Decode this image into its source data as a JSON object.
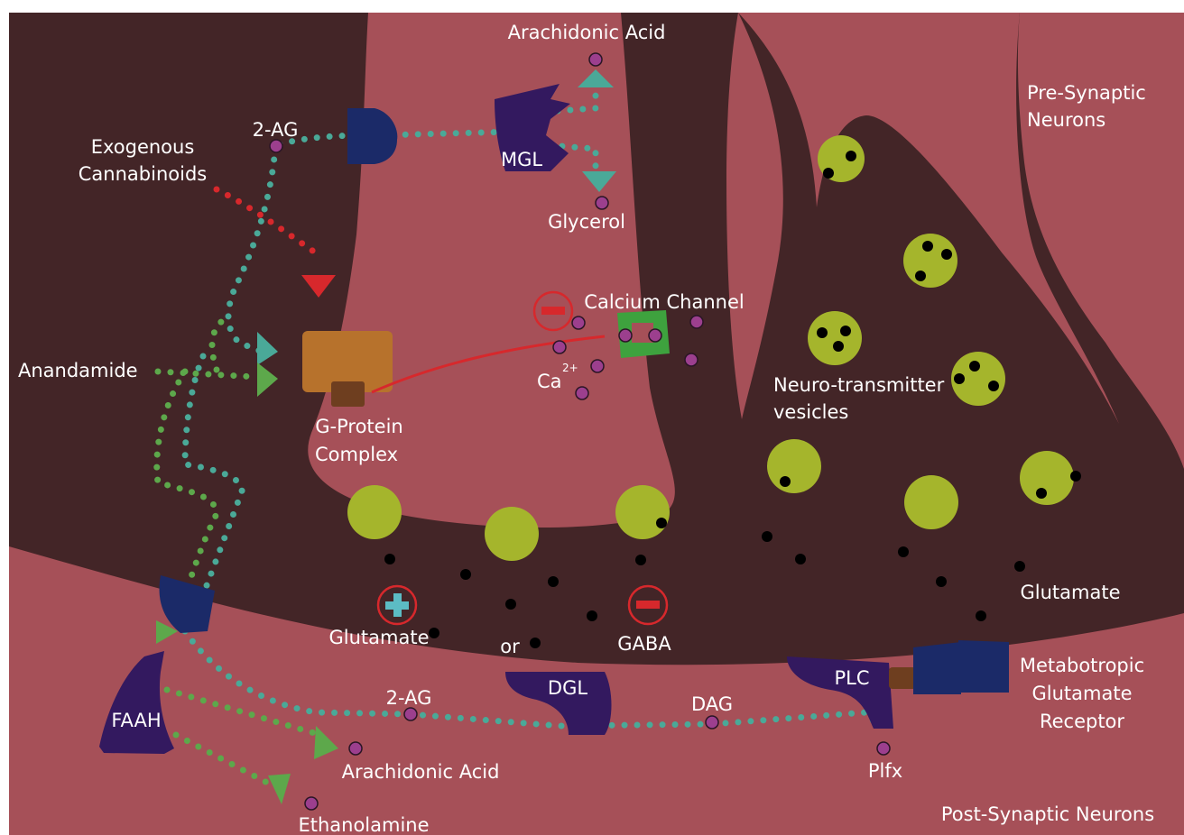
{
  "labels": {
    "arachidonic_acid_top": "Arachidonic Acid",
    "pre_synaptic_1": "Pre-Synaptic",
    "pre_synaptic_2": "Neurons",
    "two_ag_top": "2-AG",
    "exogenous_1": "Exogenous",
    "exogenous_2": "Cannabinoids",
    "mgl": "MGL",
    "glycerol": "Glycerol",
    "calcium_channel": "Calcium Channel",
    "ca": "Ca",
    "ca_charge": "2+",
    "anandamide": "Anandamide",
    "g_protein_1": "G-Protein",
    "g_protein_2": "Complex",
    "nt_vesicles_1": "Neuro-transmitter",
    "nt_vesicles_2": "vesicles",
    "glutamate_right": "Glutamate",
    "glutamate_left": "Glutamate",
    "or": "or",
    "gaba": "GABA",
    "dgl": "DGL",
    "plc": "PLC",
    "metabotropic_1": "Metabotropic",
    "metabotropic_2": "Glutamate",
    "metabotropic_3": "Receptor",
    "two_ag_bottom": "2-AG",
    "dag": "DAG",
    "faah": "FAAH",
    "arachidonic_acid_bottom": "Arachidonic Acid",
    "plfx": "Plfx",
    "ethanolamine": "Ethanolamine",
    "post_synaptic": "Post-Synaptic Neurons"
  },
  "colors": {
    "background_dark": "#432527",
    "neuron_pink": "#a65058",
    "vesicle_green": "#a5b52c",
    "receptor_navy": "#1b2a68",
    "enzyme_purple": "#33195f",
    "gprotein_orange": "#b7722c",
    "gprotein_brown": "#6e3e1f",
    "teal_path": "#4aa998",
    "green_path": "#5da84b",
    "red_path": "#d7282c",
    "calcium_green": "#3ea23e",
    "molecule_magenta": "#9c3f8e",
    "inhibit_red": "#d7282c",
    "excite_teal": "#5cbcc4"
  },
  "icons": {
    "inhibit": "minus-circle-icon",
    "excite": "plus-circle-icon"
  }
}
